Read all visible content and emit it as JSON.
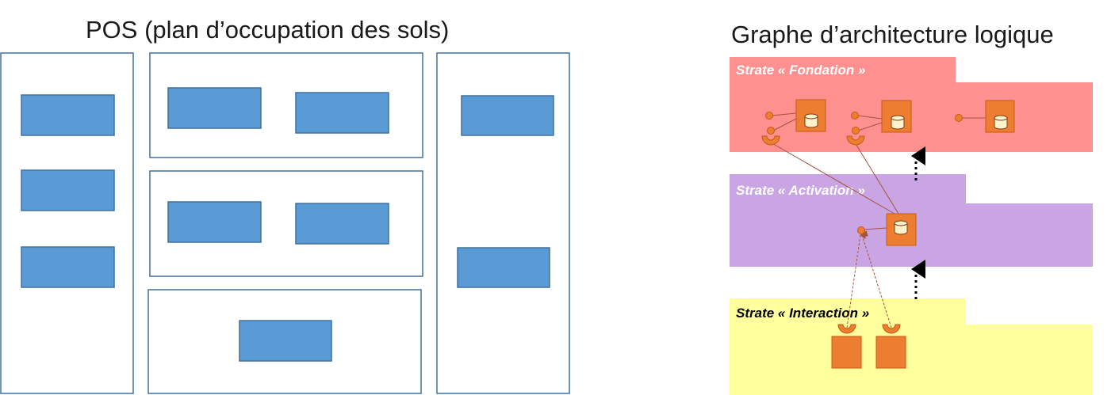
{
  "left": {
    "title": "POS (plan d’occupation des sols)"
  },
  "right": {
    "title": "Graphe d’architecture logique",
    "strates": [
      {
        "label": "Strate « Fondation »",
        "color": "#ff9090",
        "text_color": "#ffffff"
      },
      {
        "label": "Strate « Activation »",
        "color": "#c9a6e3",
        "text_color": "#ffffff"
      },
      {
        "label": "Strate « Interaction »",
        "color": "#ffff9e",
        "text_color": "#000000"
      }
    ]
  },
  "colors": {
    "zone_border": "#41719c",
    "block_fill": "#5b9bd5",
    "component_fill": "#ed7d31",
    "component_stroke": "#c55a11",
    "database_fill": "#fff2cc",
    "link_line": "#a5533f",
    "dependency_arrow": "#000000"
  }
}
